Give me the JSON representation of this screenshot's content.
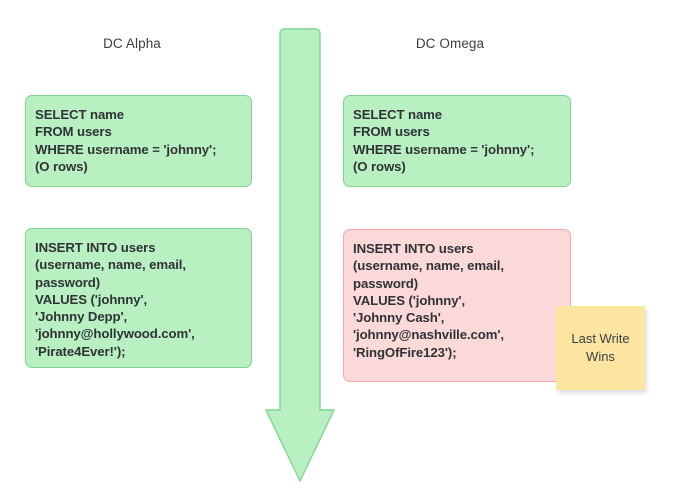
{
  "diagram": {
    "title_left": "DC Alpha",
    "title_right": "DC Omega",
    "columns": {
      "alpha": {
        "select_query": "SELECT name\nFROM users\nWHERE username = 'johnny';\n(O rows)",
        "insert_query": "INSERT INTO users\n(username, name, email,\npassword)\nVALUES ('johnny',\n'Johnny Depp',\n'johnny@hollywood.com',\n'Pirate4Ever!');"
      },
      "omega": {
        "select_query": "SELECT name\nFROM users\nWHERE username = 'johnny';\n(O rows)",
        "insert_query": "INSERT INTO users\n(username, name, email,\npassword)\nVALUES ('johnny',\n'Johnny Cash',\n'johnny@nashville.com',\n'RingOfFire123');"
      }
    },
    "annotation": {
      "sticky_note": "Last Write Wins"
    },
    "arrow": {
      "direction": "down",
      "label": ""
    },
    "colors": {
      "green_fill": "#b9f0c2",
      "green_border": "#7fd492",
      "pink_fill": "#fbd9d9",
      "pink_border": "#f4aaaa",
      "sticky_fill": "#fbe5a0",
      "arrow_fill": "#b9f0c2",
      "arrow_border": "#7fd492",
      "text": "#2f3336",
      "title_text": "#3c4043",
      "background": "#ffffff"
    }
  }
}
